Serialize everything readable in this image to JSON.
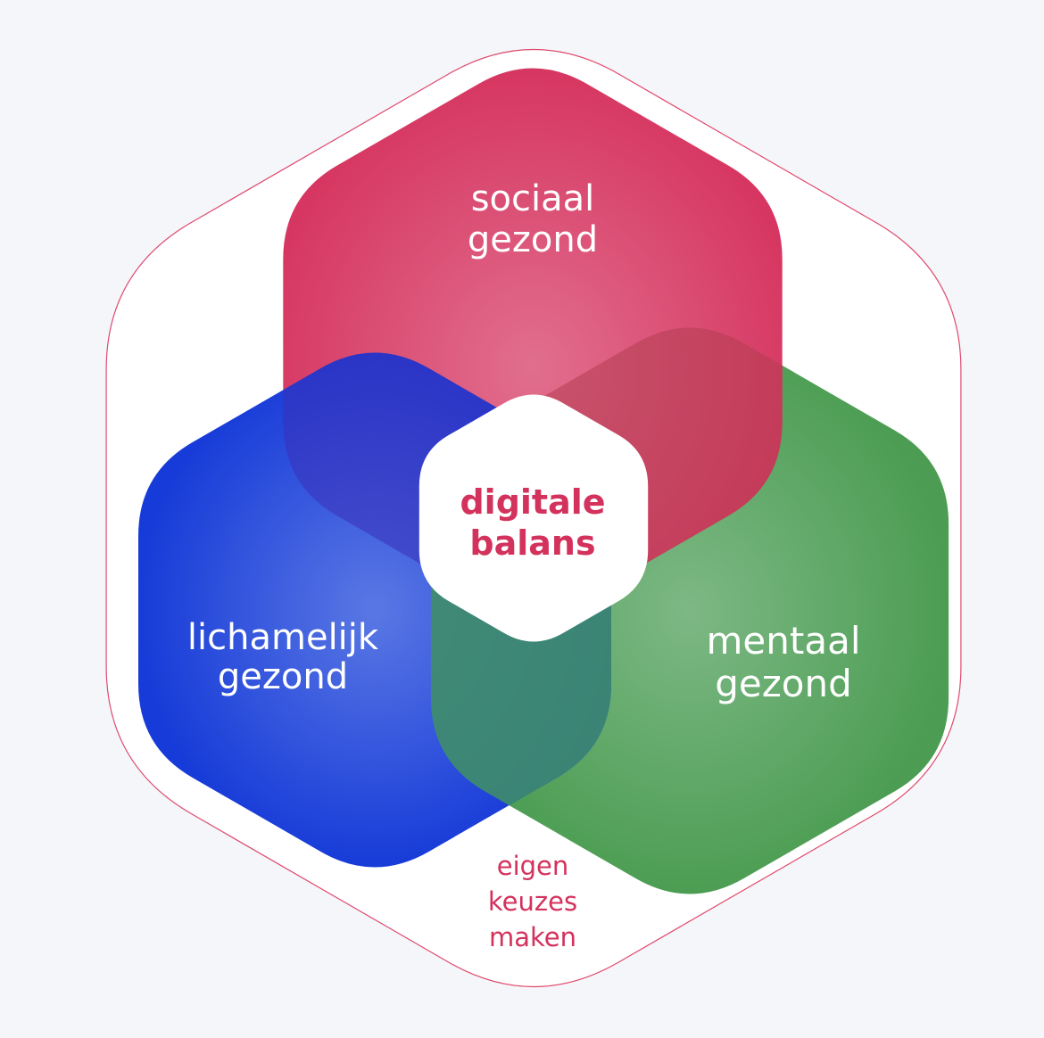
{
  "diagram": {
    "center_label": [
      "digitale",
      "balans"
    ],
    "segments": [
      {
        "id": "sociaal",
        "lines": [
          "sociaal",
          "gezond"
        ],
        "color": "#d5305c"
      },
      {
        "id": "lichamelijk",
        "lines": [
          "lichamelijk",
          "gezond"
        ],
        "color": "#173bd8"
      },
      {
        "id": "mentaal",
        "lines": [
          "mentaal",
          "gezond"
        ],
        "color": "#4c9d53"
      }
    ],
    "footer_label": [
      "eigen",
      "keuzes",
      "maken"
    ],
    "accent_color": "#d3325c"
  }
}
